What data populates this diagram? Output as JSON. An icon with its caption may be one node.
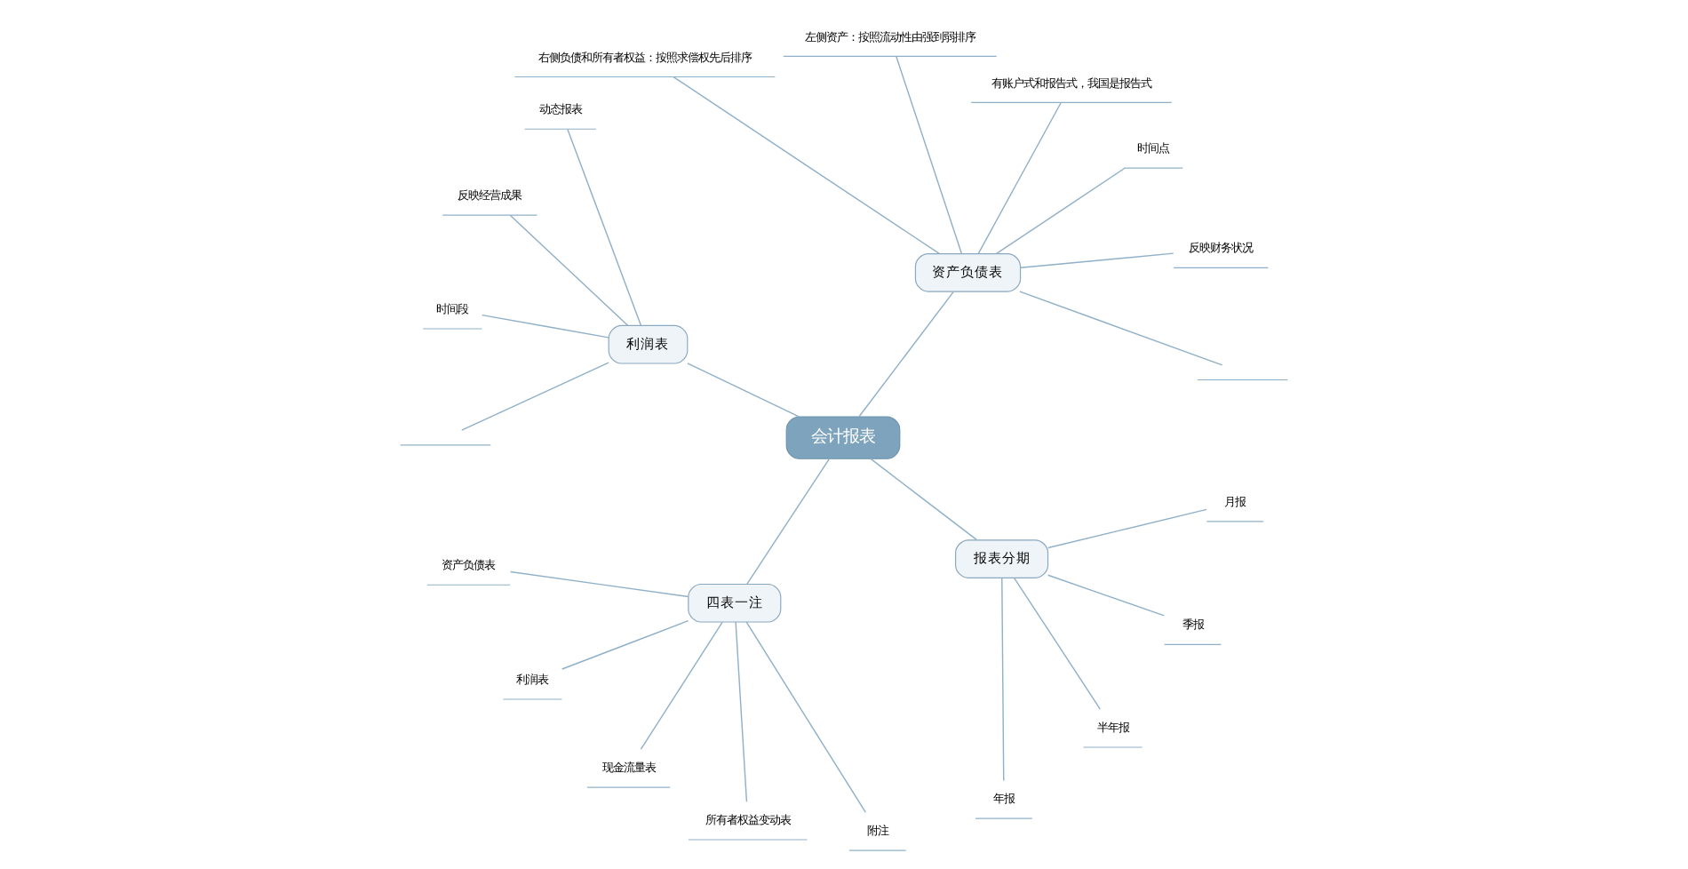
{
  "diagram": {
    "nodes": [
      {
        "text": [
          "会计报表"
        ]
      },
      {
        "text": [
          "资产负债表"
        ]
      },
      {
        "text": [],
        "shape": "line"
      },
      {
        "text": [
          "反映财务状况"
        ]
      },
      {
        "text": [
          "时间点"
        ]
      },
      {
        "text": [
          "有账户式和报告式，我国是报告式"
        ]
      },
      {
        "text": [
          "左侧资产：按照流动性由强到弱排序"
        ]
      },
      {
        "text": [
          "右侧负债和所有者权益：按照求偿权先后排序"
        ]
      },
      {
        "text": [
          "利润表"
        ]
      },
      {
        "text": [
          "动态报表"
        ]
      },
      {
        "text": [
          "反映经营成果"
        ]
      },
      {
        "text": [
          "时间段"
        ]
      },
      {
        "text": [],
        "shape": "line"
      },
      {
        "text": [
          "四表一注"
        ]
      },
      {
        "text": [
          "资产负债表"
        ]
      },
      {
        "text": [
          "利润表"
        ]
      },
      {
        "text": [
          "现金流量表"
        ]
      },
      {
        "text": [
          "所有者权益变动表"
        ]
      },
      {
        "text": [
          "附注"
        ]
      },
      {
        "text": [
          "报表分期"
        ]
      },
      {
        "text": [
          "年报"
        ]
      },
      {
        "text": [
          "半年报"
        ]
      },
      {
        "text": [
          "季报"
        ]
      },
      {
        "text": [
          "月报"
        ]
      }
    ],
    "edges": [
      {
        "from": 0,
        "to": 1,
        "arrow": "none"
      },
      {
        "from": 1,
        "to": 2,
        "arrow": "none"
      },
      {
        "from": 1,
        "to": 3,
        "arrow": "none"
      },
      {
        "from": 1,
        "to": 4,
        "arrow": "none"
      },
      {
        "from": 1,
        "to": 5,
        "arrow": "none"
      },
      {
        "from": 1,
        "to": 6,
        "arrow": "none"
      },
      {
        "from": 1,
        "to": 7,
        "arrow": "none"
      },
      {
        "from": 0,
        "to": 8,
        "arrow": "none"
      },
      {
        "from": 8,
        "to": 9,
        "arrow": "none"
      },
      {
        "from": 8,
        "to": 10,
        "arrow": "none"
      },
      {
        "from": 8,
        "to": 11,
        "arrow": "none"
      },
      {
        "from": 8,
        "to": 12,
        "arrow": "none"
      },
      {
        "from": 0,
        "to": 13,
        "arrow": "none"
      },
      {
        "from": 13,
        "to": 14,
        "arrow": "none"
      },
      {
        "from": 13,
        "to": 15,
        "arrow": "none"
      },
      {
        "from": 13,
        "to": 16,
        "arrow": "none"
      },
      {
        "from": 13,
        "to": 17,
        "arrow": "none"
      },
      {
        "from": 13,
        "to": 18,
        "arrow": "none"
      },
      {
        "from": 0,
        "to": 19,
        "arrow": "none"
      },
      {
        "from": 19,
        "to": 20,
        "arrow": "none"
      },
      {
        "from": 19,
        "to": 21,
        "arrow": "none"
      },
      {
        "from": 19,
        "to": 22,
        "arrow": "none"
      },
      {
        "from": 19,
        "to": 23,
        "arrow": "none"
      }
    ]
  }
}
